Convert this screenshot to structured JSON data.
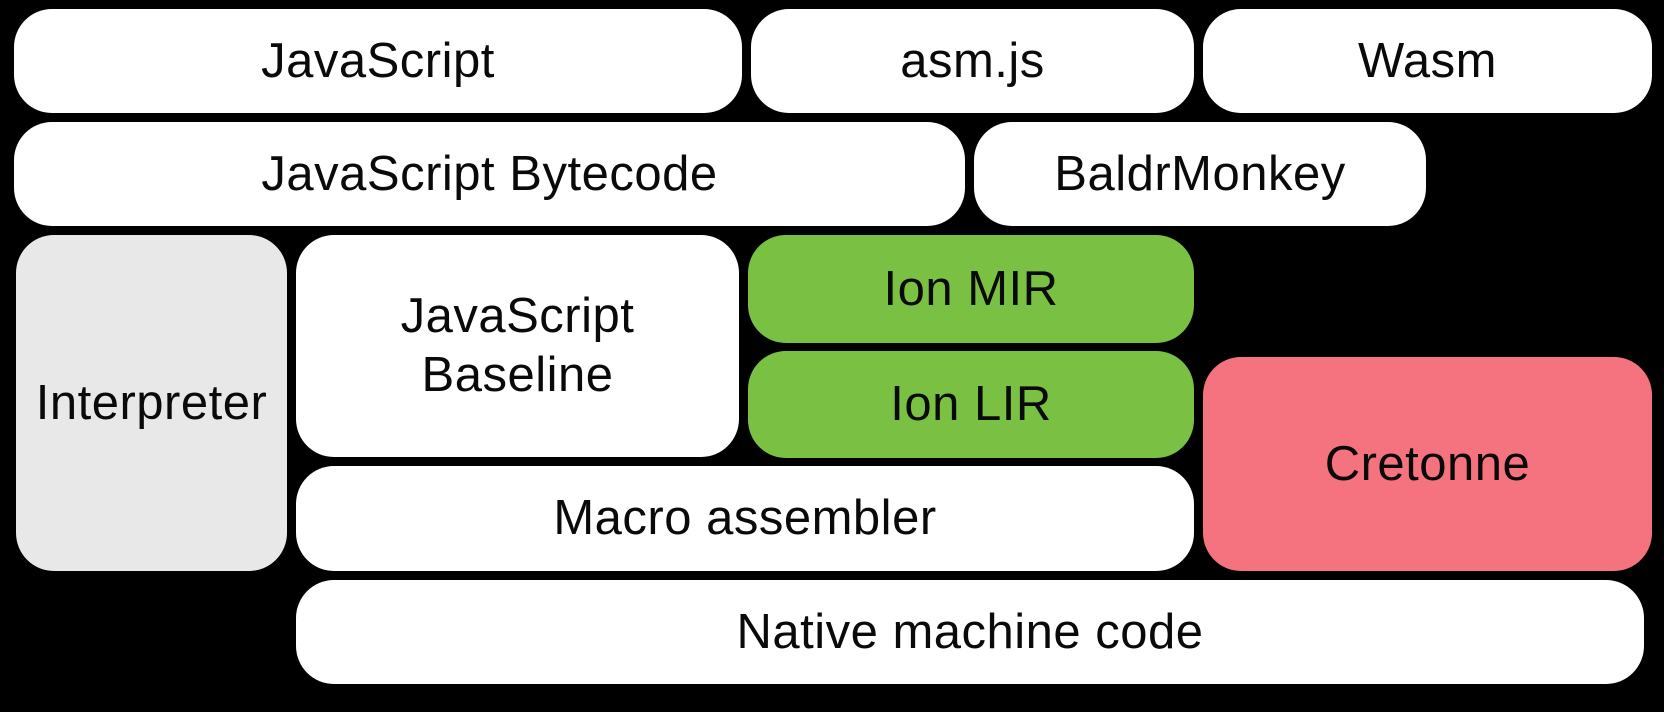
{
  "colors": {
    "background": "#000000",
    "box_white": "#ffffff",
    "box_gray": "#e8e8e8",
    "box_green": "#7ac143",
    "box_pink": "#f4737e",
    "text": "#0a0a0a"
  },
  "diagram": {
    "boxes": {
      "javascript": {
        "label": "JavaScript",
        "color": "white"
      },
      "asmjs": {
        "label": "asm.js",
        "color": "white"
      },
      "wasm": {
        "label": "Wasm",
        "color": "white"
      },
      "bytecode": {
        "label": "JavaScript Bytecode",
        "color": "white"
      },
      "baldrmonkey": {
        "label": "BaldrMonkey",
        "color": "white"
      },
      "interpreter": {
        "label": "Interpreter",
        "color": "gray"
      },
      "baseline": {
        "label": "JavaScript Baseline",
        "color": "white"
      },
      "ion_mir": {
        "label": "Ion MIR",
        "color": "green"
      },
      "ion_lir": {
        "label": "Ion LIR",
        "color": "green"
      },
      "cretonne": {
        "label": "Cretonne",
        "color": "pink"
      },
      "macro_assembler": {
        "label": "Macro assembler",
        "color": "white"
      },
      "native": {
        "label": "Native machine code",
        "color": "white"
      }
    }
  }
}
